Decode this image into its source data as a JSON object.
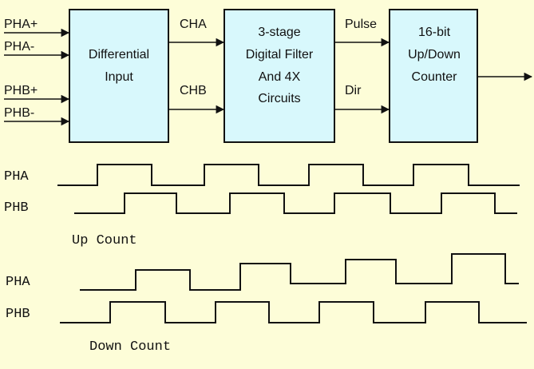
{
  "inputs": {
    "pha_plus": "PHA+",
    "pha_minus": "PHA-",
    "phb_plus": "PHB+",
    "phb_minus": "PHB-"
  },
  "blocks": {
    "differential": [
      "Differential",
      "Input"
    ],
    "filter": [
      "3-stage",
      "Digital Filter",
      "And 4X",
      "Circuits"
    ],
    "counter": [
      "16-bit",
      "Up/Down",
      "Counter"
    ]
  },
  "signals": {
    "cha": "CHA",
    "chb": "CHB",
    "pulse": "Pulse",
    "dir": "Dir"
  },
  "up_count": {
    "title": "Up Count",
    "pha_label": "PHA",
    "phb_label": "PHB"
  },
  "down_count": {
    "title": "Down Count",
    "pha_label": "PHA",
    "phb_label": "PHB"
  },
  "colors": {
    "background": "#fdfdd8",
    "block_fill": "#d8f8fc",
    "stroke": "#111111"
  }
}
